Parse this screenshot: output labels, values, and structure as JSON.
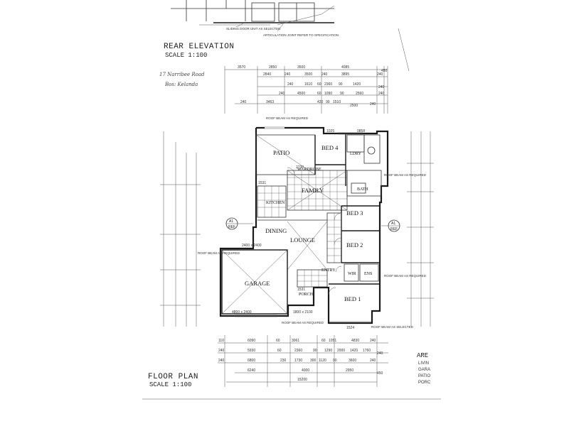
{
  "elevation": {
    "title": "REAR ELEVATION",
    "scale": "SCALE 1:100",
    "note_door": "SLIDING DOOR UNIT AS SELECTED",
    "note_joint": "ARTICULATION JOINT REFER TO SPECIFICATION"
  },
  "address": {
    "line1": "17 Narribee Road",
    "line2": "Bos: Kelanda"
  },
  "top_dims": {
    "row1": [
      "3570",
      "2850",
      "3500",
      "4085",
      "450"
    ],
    "row2": [
      "2840",
      "240",
      "3500",
      "240",
      "3895",
      "240"
    ],
    "row3": [
      "240",
      "1610",
      "60",
      "2360",
      "90",
      "1420",
      "240"
    ],
    "row4": [
      "240",
      "4500",
      "60",
      "1090",
      "90",
      "2560",
      "240"
    ],
    "row5": [
      "240",
      "3463",
      "420",
      "90",
      "1510",
      "2500",
      "240"
    ]
  },
  "rooms": {
    "patio": "PATIO",
    "bed4": "BED 4",
    "family": "FAMILY",
    "bath": "BATH",
    "kitchen": "KITCHEN",
    "bed3": "BED 3",
    "dining": "DINING",
    "lounge": "LOUNGE",
    "bed2": "BED 2",
    "garage": "GARAGE",
    "entry": "ENTRY",
    "wir": "WIR",
    "bed1": "BED 1",
    "porch": "PORCH",
    "ldry": "LDRY",
    "ens": "ENS",
    "wardrobe": "WARDROBE"
  },
  "notes": {
    "roof_beam_top": "ROOF BEAM AS REQUIRED",
    "roof_beam_left": "ROOF BEAM AS REQUIRED",
    "roof_beam_right_top": "ROOF BEAM AS REQUIRED",
    "roof_beam_right_bottom": "ROOF BEAM AS REQUIRED",
    "roof_beam_porch": "ROOF BEAM AS REQUIRED",
    "roof_beam_bed1": "ROOF BEAM AS SELECTED",
    "section_left_code": "A1",
    "section_left_ref": "REF",
    "section_right_code": "A1",
    "section_right_ref": "REF",
    "garage_door": "2400 x 2400",
    "garage_door2": "4800 x 2400",
    "window_porch": "1800 x 2100"
  },
  "dims_misc": {
    "top_1": "1025",
    "top_2": "0858",
    "family_1": "2730",
    "kitchen_1": "1531",
    "porch_1": "1531",
    "bed1_1": "1524"
  },
  "bottom_dims": {
    "row1": [
      "110",
      "6090",
      "60",
      "3061",
      "60",
      "1051",
      "4830",
      "240"
    ],
    "row2": [
      "240",
      "5930",
      "60",
      "2360",
      "90",
      "1290",
      "2000",
      "1420",
      "1760",
      "240"
    ],
    "row3": [
      "240",
      "6800",
      "230",
      "1730",
      "300",
      "1120",
      "90",
      "3600",
      "240"
    ],
    "row4": [
      "6240",
      "4000",
      "2950",
      "450"
    ],
    "total": "15200"
  },
  "floor_plan": {
    "title": "FLOOR PLAN",
    "scale": "SCALE 1:100"
  },
  "area_table": {
    "heading": "ARE",
    "rows": [
      "LIVIN",
      "GARA",
      "PATIO",
      "PORC"
    ]
  }
}
